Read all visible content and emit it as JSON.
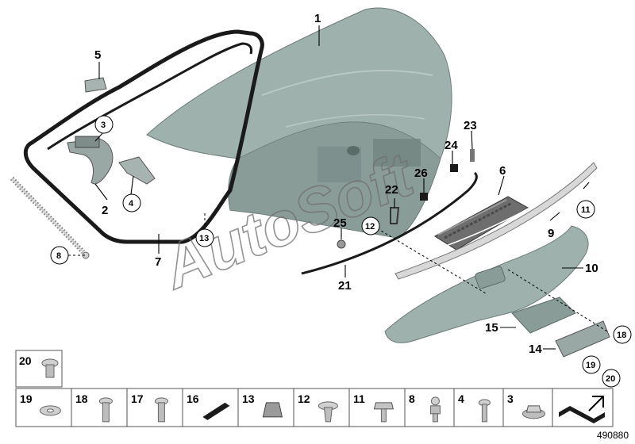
{
  "watermark": "AutoSoft",
  "diagram_id": "490880",
  "callouts": {
    "c1": "1",
    "c2": "2",
    "c3": "3",
    "c4": "4",
    "c5": "5",
    "c6": "6",
    "c7": "7",
    "c8": "8",
    "c9": "9",
    "c10": "10",
    "c11": "11",
    "c12": "12",
    "c13": "13",
    "c14": "14",
    "c15": "15",
    "c18": "18",
    "c19": "19",
    "c20": "20",
    "c21": "21",
    "c22": "22",
    "c23": "23",
    "c24": "24",
    "c25": "25",
    "c26": "26"
  },
  "parts_grid": {
    "top": [
      {
        "label": "20"
      }
    ],
    "bottom": [
      {
        "label": "19"
      },
      {
        "label": "18"
      },
      {
        "label": "17"
      },
      {
        "label": "16"
      },
      {
        "label": "13"
      },
      {
        "label": "12"
      },
      {
        "label": "11"
      },
      {
        "label": "8"
      },
      {
        "label": "4"
      },
      {
        "label": "3"
      },
      {
        "label": ""
      }
    ]
  },
  "colors": {
    "lid_body": "#9fb1ad",
    "lid_dark": "#7f918d",
    "seal": "#1a1a1a",
    "metal": "#c9c9c9",
    "part_grey": "#8a9c98"
  }
}
